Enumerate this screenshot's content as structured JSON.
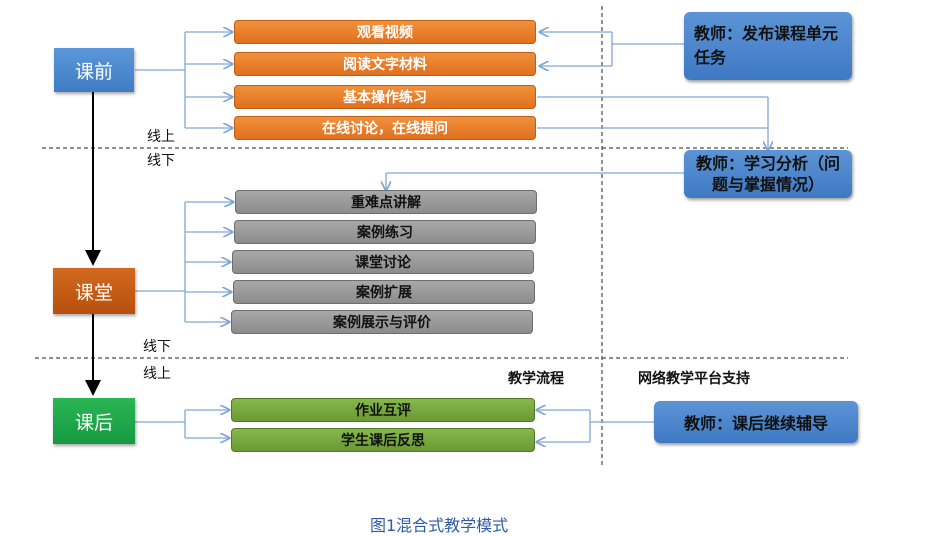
{
  "stages": {
    "pre": "课前",
    "class": "课堂",
    "post": "课后"
  },
  "pre_tasks": [
    "观看视频",
    "阅读文字材料",
    "基本操作练习",
    "在线讨论，在线提问"
  ],
  "class_tasks": [
    "重难点讲解",
    "案例练习",
    "课堂讨论",
    "案例扩展",
    "案例展示与评价"
  ],
  "post_tasks": [
    "作业互评",
    "学生课后反思"
  ],
  "teachers": {
    "publish": "教师：发布课程单元任务",
    "analysis": "教师：学习分析（问题与掌握情况）",
    "tutor": "教师：课后继续辅导"
  },
  "divider_labels": {
    "online_1": "线上",
    "offline_1": "线下",
    "offline_2": "线下",
    "online_2": "线上"
  },
  "section_labels": {
    "flow": "教学流程",
    "platform": "网络教学平台支持"
  },
  "caption": "图1混合式教学模式",
  "colors": {
    "stage_blue": "#4f88cc",
    "stage_orange": "#c55a11",
    "stage_green": "#1ea64a",
    "task_orange": "#e8782a",
    "task_gray": "#999999",
    "task_green": "#78a841",
    "teacher_blue": "#4a86cc",
    "arrow": "#7fa6d6",
    "caption": "#2e5aa8"
  }
}
